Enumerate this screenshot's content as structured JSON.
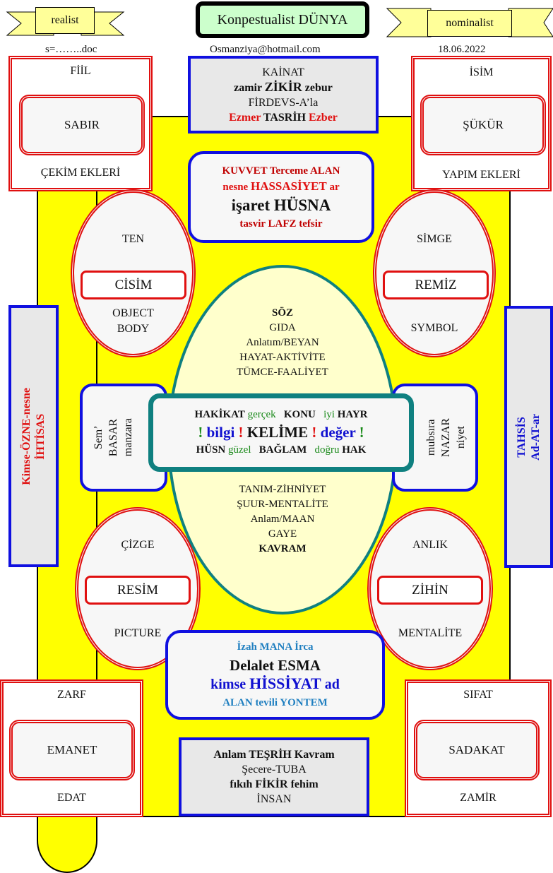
{
  "header": {
    "left_banner": "realist",
    "right_banner": "nominalist",
    "title": "Konpestualist DÜNYA",
    "file": "s=……..doc",
    "email": "Osmanziya@hotmail.com",
    "date": "18.06.2022"
  },
  "fiil": {
    "top": "FİİL",
    "inner": "SABIR",
    "bottom": "ÇEKİM EKLERİ"
  },
  "isim": {
    "top": "İSİM",
    "inner": "ŞÜKÜR",
    "bottom": "YAPIM EKLERİ"
  },
  "zarf": {
    "top": "ZARF",
    "inner": "EMANET",
    "bottom": "EDAT"
  },
  "sifat": {
    "top": "SIFAT",
    "inner": "SADAKAT",
    "bottom": "ZAMİR"
  },
  "kainat": {
    "l1": "KAİNAT",
    "l2a": "zamir ",
    "l2b": "ZİKİR",
    "l2c": " zebur",
    "l3": "FİRDEVS-A’la",
    "l4a": "Ezmer ",
    "l4b": "TASRİH",
    "l4c": " Ezber"
  },
  "kuvvet": {
    "l1": "KUVVET Terceme ALAN",
    "l2a": "nesne ",
    "l2b": "HASSASİYET",
    "l2c": " ar",
    "l3": "işaret HÜSNA",
    "l4": "tasvir LAFZ tefsir"
  },
  "center_top": [
    "SÖZ",
    "GIDA",
    "Anlatım/BEYAN",
    "HAYAT-AKTİVİTE",
    "TÜMCE-FAALİYET"
  ],
  "center_bottom": [
    "TANIM-ZİHNİYET",
    "ŞUUR-MENTALİTE",
    "Anlam/MAAN",
    "GAYE",
    "KAVRAM"
  ],
  "core": {
    "r1": [
      "HAKİKAT",
      "gerçek",
      "KONU",
      "iyi",
      "HAYR"
    ],
    "r2": [
      "!",
      "bilgi",
      "!",
      "KELİME",
      "!",
      "değer",
      "!"
    ],
    "r3": [
      "HÜSN",
      "güzel",
      "BAĞLAM",
      "doğru",
      "HAK"
    ]
  },
  "ten": {
    "top": "TEN",
    "inner": "CİSİM",
    "bottom1": "OBJECT",
    "bottom2": "BODY"
  },
  "simge": {
    "top": "SİMGE",
    "inner": "REMİZ",
    "bottom": "SYMBOL"
  },
  "cizge": {
    "top": "ÇİZGE",
    "inner": "RESİM",
    "bottom": "PICTURE"
  },
  "anlik": {
    "top": "ANLIK",
    "inner": "ZİHİN",
    "bottom": "MENTALİTE"
  },
  "sem": [
    "Sem’",
    "BASAR",
    "manzara"
  ],
  "nazar": [
    "mubsıra",
    "NAZAR",
    "niyet"
  ],
  "left_side": {
    "l1": "Kimse-ÖZNE-nesne",
    "l2": "İHTİSAS"
  },
  "right_side": {
    "l1": "TAHSİS",
    "l2": "Ad-AT-ar"
  },
  "izah": {
    "l1": "İzah MANA İrca",
    "l2": "Delalet ESMA",
    "l3a": "kimse ",
    "l3b": "HİSSİYAT",
    "l3c": " ad",
    "l4": "ALAN tevili YONTEM"
  },
  "anlam": {
    "l1": "Anlam TEŞRİH Kavram",
    "l2": "Şecere-TUBA",
    "l3": "fıkıh FİKİR fehim",
    "l4": "İNSAN"
  }
}
